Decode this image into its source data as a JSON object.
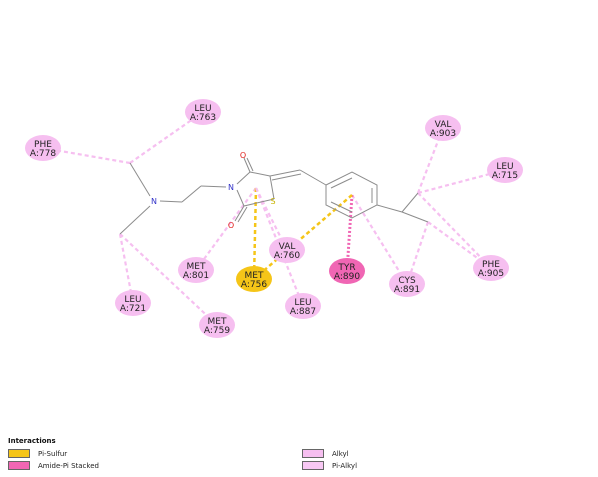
{
  "colors": {
    "pi_sulfur": "#f5c518",
    "amide_pi_stacked": "#f066b4",
    "alkyl": "#f6bff0",
    "pi_alkyl": "#f8c8f4",
    "bond": "#8c8c8c",
    "nitrogen": "#3232c8",
    "oxygen": "#e0201c",
    "sulfur": "#c8b400"
  },
  "atoms": {
    "oxygen_top": "O",
    "oxygen_bottom": "O",
    "nitrogen_ring": "N",
    "nitrogen_amine": "N",
    "sulfur": "S"
  },
  "residues": [
    {
      "key": "leu763",
      "label1": "LEU",
      "label2": "A:763",
      "type": "alkyl"
    },
    {
      "key": "phe778",
      "label1": "PHE",
      "label2": "A:778",
      "type": "alkyl"
    },
    {
      "key": "val903",
      "label1": "VAL",
      "label2": "A:903",
      "type": "alkyl"
    },
    {
      "key": "leu715",
      "label1": "LEU",
      "label2": "A:715",
      "type": "alkyl"
    },
    {
      "key": "val760",
      "label1": "VAL",
      "label2": "A:760",
      "type": "alkyl"
    },
    {
      "key": "met801",
      "label1": "MET",
      "label2": "A:801",
      "type": "alkyl"
    },
    {
      "key": "met756",
      "label1": "MET",
      "label2": "A:756",
      "type": "pi_sulfur"
    },
    {
      "key": "tyr890",
      "label1": "TYR",
      "label2": "A:890",
      "type": "amide_pi_stacked"
    },
    {
      "key": "cys891",
      "label1": "CYS",
      "label2": "A:891",
      "type": "alkyl"
    },
    {
      "key": "phe905",
      "label1": "PHE",
      "label2": "A:905",
      "type": "alkyl"
    },
    {
      "key": "leu721",
      "label1": "LEU",
      "label2": "A:721",
      "type": "alkyl"
    },
    {
      "key": "met759",
      "label1": "MET",
      "label2": "A:759",
      "type": "alkyl"
    },
    {
      "key": "leu887",
      "label1": "LEU",
      "label2": "A:887",
      "type": "alkyl"
    }
  ],
  "legend": {
    "title": "Interactions",
    "items": [
      {
        "label": "Pi-Sulfur",
        "type": "pi_sulfur"
      },
      {
        "label": "Amide-Pi Stacked",
        "type": "amide_pi_stacked"
      },
      {
        "label": "Alkyl",
        "type": "alkyl"
      },
      {
        "label": "Pi-Alkyl",
        "type": "pi_alkyl"
      }
    ]
  }
}
